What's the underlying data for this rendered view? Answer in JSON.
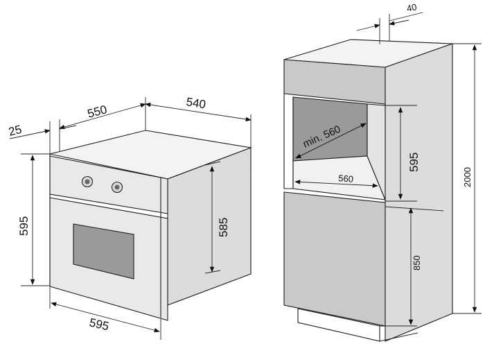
{
  "oven": {
    "dim_depth_total": "550",
    "dim_depth_body": "540",
    "dim_door_offset": "25",
    "dim_height_front": "595",
    "dim_height_body": "585",
    "dim_width_front": "595"
  },
  "cabinet": {
    "dim_top_offset": "40",
    "dim_niche_depth_min": "min. 560",
    "dim_niche_width": "560",
    "dim_niche_height": "595",
    "dim_total_height": "2000",
    "dim_lower_height": "850"
  }
}
